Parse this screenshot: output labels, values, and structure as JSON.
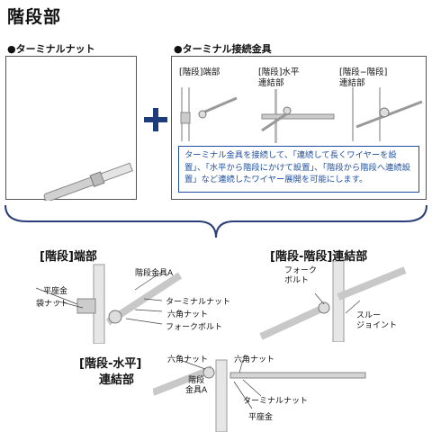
{
  "page": {
    "title": "階段部"
  },
  "product_sections": {
    "terminal_nut": "●ターミナルナット",
    "fittings": "●ターミナル接続金具"
  },
  "sub_images": {
    "end": "[階段]端部",
    "horizontal": "[階段]水平\n連結部",
    "stair_stair": "[階段−階段]\n連結部"
  },
  "description": "ターミナル金具を接続して、「連続して長くワイヤーを設置」、「水平から階段にかけて設置」、「階段から階段へ連続設置」など連続したワイヤー展開を可能にします。",
  "diagrams": {
    "end": {
      "title": "[階段]端部",
      "labels": {
        "flat_washer": "平座金",
        "cap_nut": "袋ナット",
        "stair_fitting_a": "階段金具A",
        "terminal_nut": "ターミナルナット",
        "hex_nut": "六角ナット",
        "fork_bolt": "フォークボルト"
      }
    },
    "stair_stair": {
      "title": "[階段-階段]連結部",
      "labels": {
        "fork_bolt": "フォーク\nボルト",
        "through_joint": "スルー\nジョイント"
      }
    },
    "horizontal": {
      "title_line1": "[階段-水平]",
      "title_line2": "連結部",
      "labels": {
        "hex_nut_1": "六角ナット",
        "hex_nut_2": "六角ナット",
        "stair_fitting_a": "階段\n金具A",
        "terminal_nut": "ターミナルナット",
        "flat_washer": "平座金"
      }
    }
  },
  "colors": {
    "accent": "#1e4fa0",
    "plus": "#1e3b7a",
    "bracket": "#2a3f7a"
  }
}
